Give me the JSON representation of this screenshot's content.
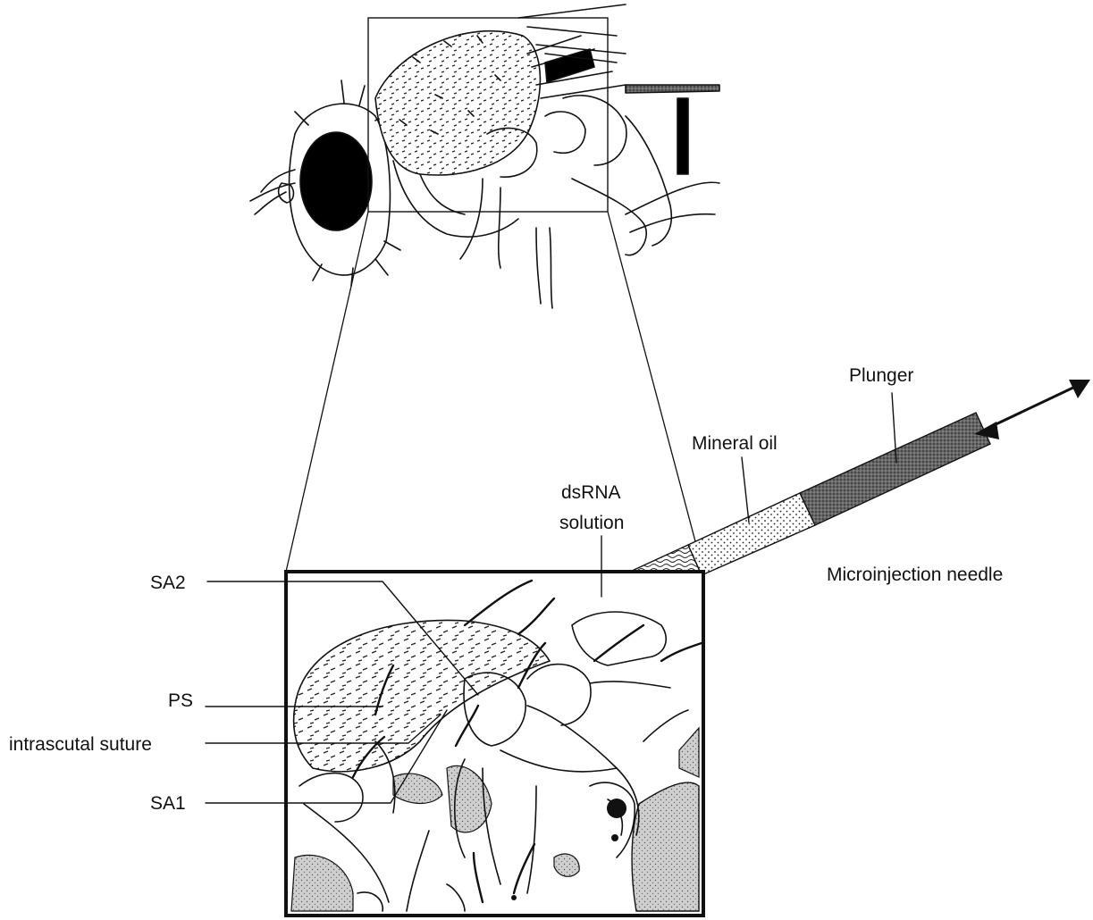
{
  "labels": {
    "plunger": "Plunger",
    "mineral_oil": "Mineral oil",
    "dsrna_line1": "dsRNA",
    "dsrna_line2": "solution",
    "microinjection_needle": "Microinjection needle",
    "sa2": "SA2",
    "ps": "PS",
    "intrascutal_suture": "intrascutal suture",
    "sa1": "SA1"
  },
  "colors": {
    "ink": "#111111",
    "background": "#ffffff",
    "stipple": "#bdbdbd",
    "plunger_fill": "#555555"
  }
}
